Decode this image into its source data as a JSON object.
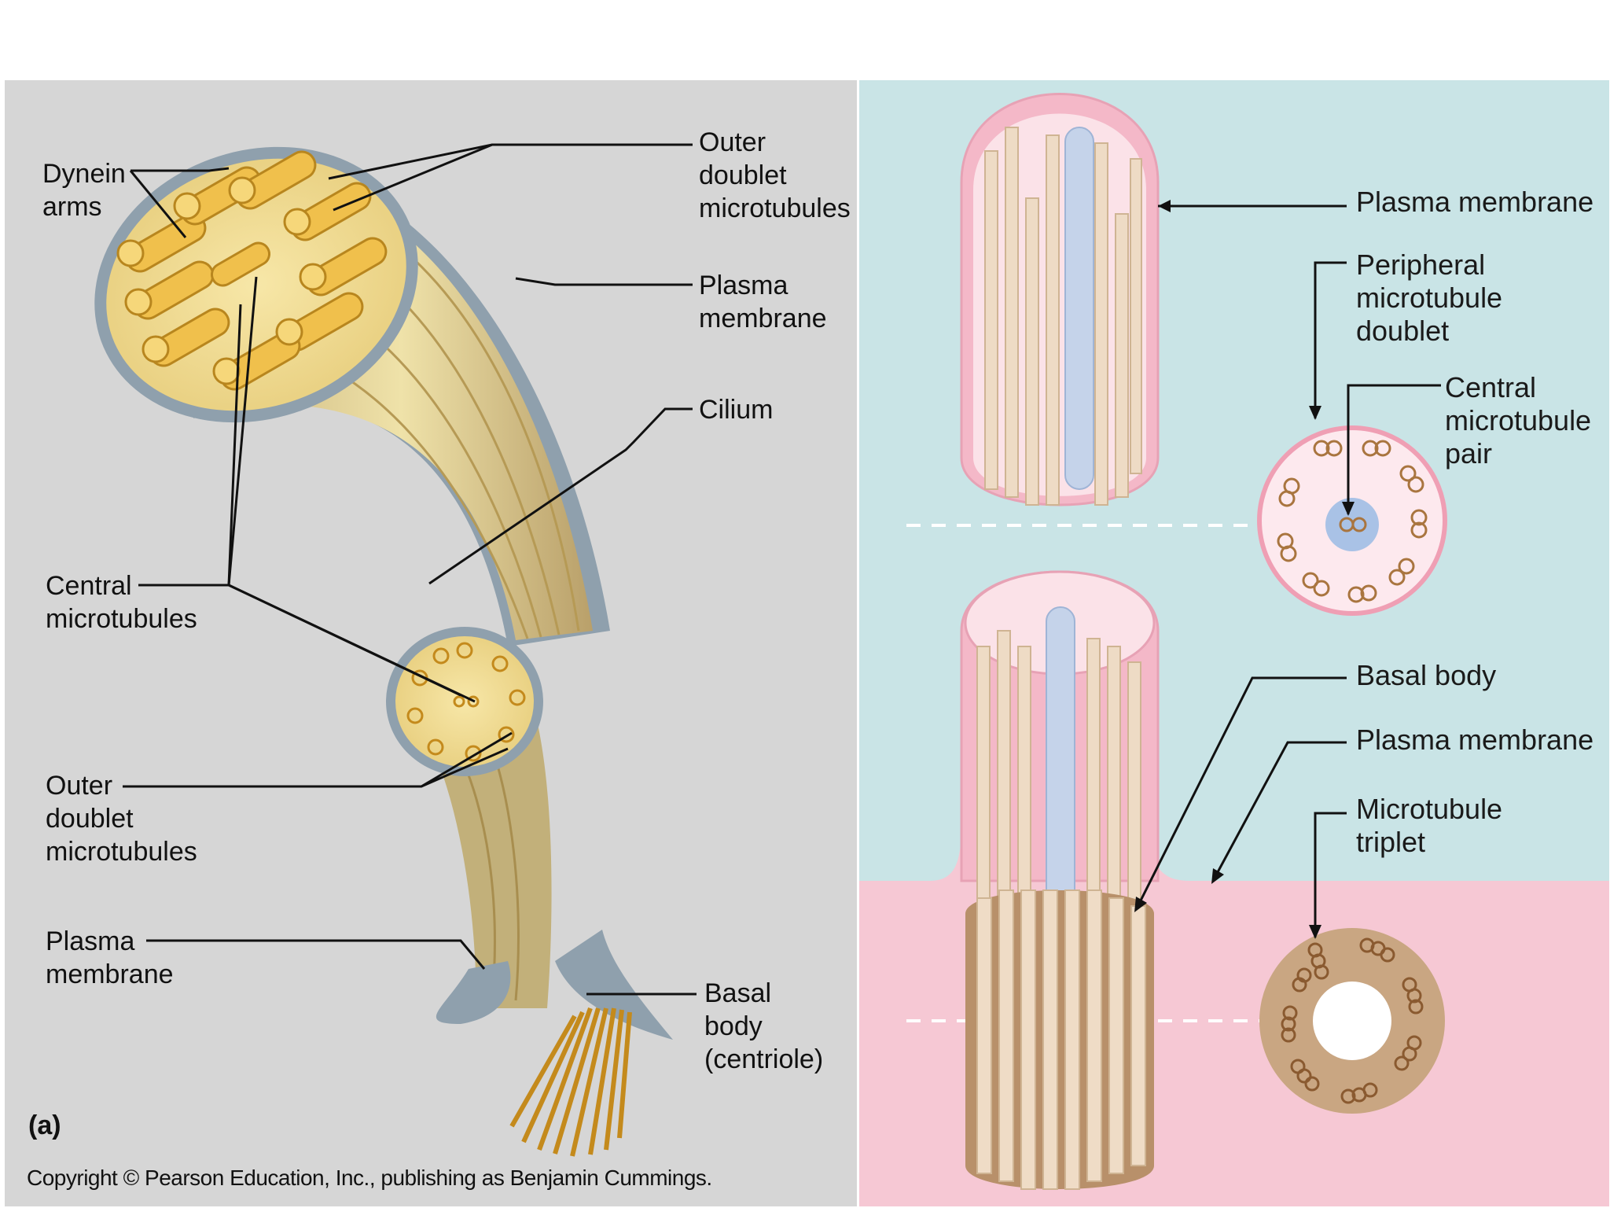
{
  "left_panel": {
    "labels": {
      "dynein_arms": "Dynein\narms",
      "outer_doublet_top": "Outer\ndoublet\nmicrotubules",
      "plasma_membrane_top": "Plasma\nmembrane",
      "cilium": "Cilium",
      "central_microtubules": "Central\nmicrotubules",
      "outer_doublet_bottom": "Outer\ndoublet\nmicrotubules",
      "plasma_membrane_bottom": "Plasma\nmembrane",
      "basal_body": "Basal\nbody\n(centriole)"
    },
    "part_tag": "(a)",
    "copyright": "Copyright © Pearson Education, Inc., publishing as Benjamin Cummings."
  },
  "right_panel": {
    "labels": {
      "plasma_membrane_1": "Plasma membrane",
      "peripheral_doublet": "Peripheral\nmicrotubule\ndoublet",
      "central_pair": "Central\nmicrotubule\npair",
      "basal_body": "Basal body",
      "plasma_membrane_2": "Plasma membrane",
      "microtubule_triplet": "Microtubule\ntriplet"
    }
  },
  "colors": {
    "left_bg": "#d6d6d6",
    "right_bg": "#c9e4e6",
    "membrane_pink": "#f4c6d2",
    "tubule_gold": "#e8b84a",
    "basal_tan": "#c9a682"
  }
}
